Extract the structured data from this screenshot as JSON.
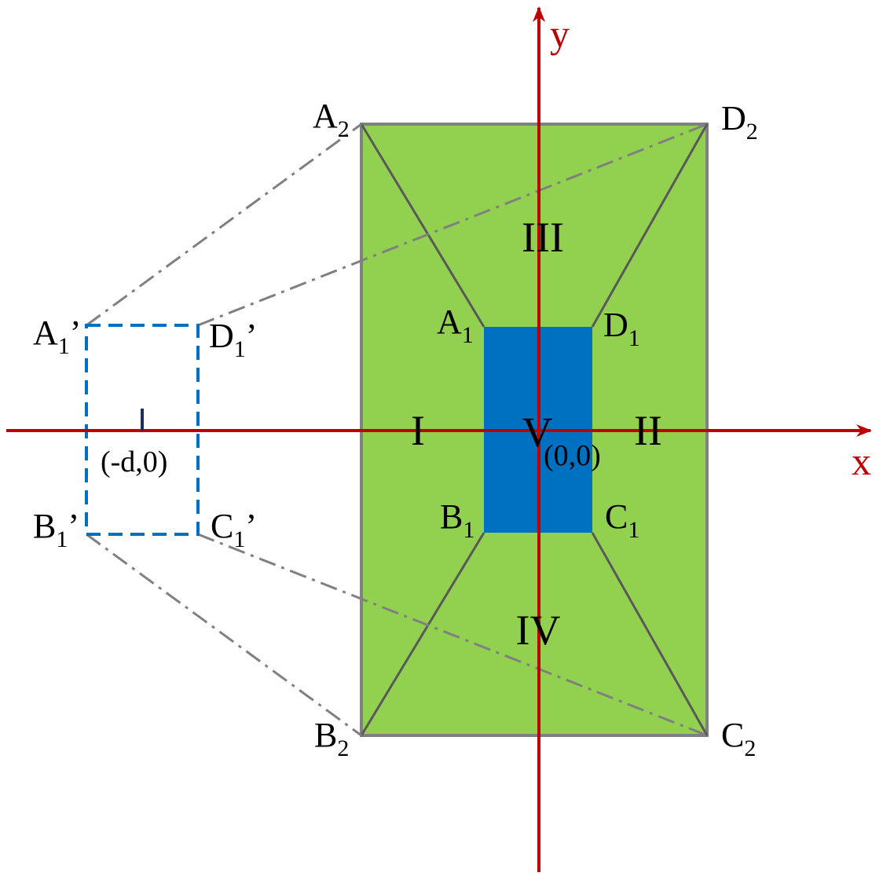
{
  "colors": {
    "outer_fill": "#92D050",
    "inner_fill": "#0070C0",
    "outline": "#808080",
    "axis": "#C00000",
    "dashed_square": "#0070C0",
    "projection_lines": "#808080",
    "tick": "#1F2D5A"
  },
  "axes": {
    "x_label": "x",
    "y_label": "y"
  },
  "regions": {
    "r1": "I",
    "r2": "II",
    "r3": "III",
    "r4": "IV",
    "r5": "V"
  },
  "coordinates": {
    "origin": "(0,0)",
    "shifted_center": "(-d,0)"
  },
  "vertices": {
    "a2": {
      "base": "A",
      "sub": "2",
      "prime": ""
    },
    "d2": {
      "base": "D",
      "sub": "2",
      "prime": ""
    },
    "b2": {
      "base": "B",
      "sub": "2",
      "prime": ""
    },
    "c2": {
      "base": "C",
      "sub": "2",
      "prime": ""
    },
    "a1": {
      "base": "A",
      "sub": "1",
      "prime": ""
    },
    "d1": {
      "base": "D",
      "sub": "1",
      "prime": ""
    },
    "b1": {
      "base": "B",
      "sub": "1",
      "prime": ""
    },
    "c1": {
      "base": "C",
      "sub": "1",
      "prime": ""
    },
    "a1p": {
      "base": "A",
      "sub": "1",
      "prime": "’"
    },
    "d1p": {
      "base": "D",
      "sub": "1",
      "prime": "’"
    },
    "b1p": {
      "base": "B",
      "sub": "1",
      "prime": "’"
    },
    "c1p": {
      "base": "C",
      "sub": "1",
      "prime": "’"
    }
  }
}
